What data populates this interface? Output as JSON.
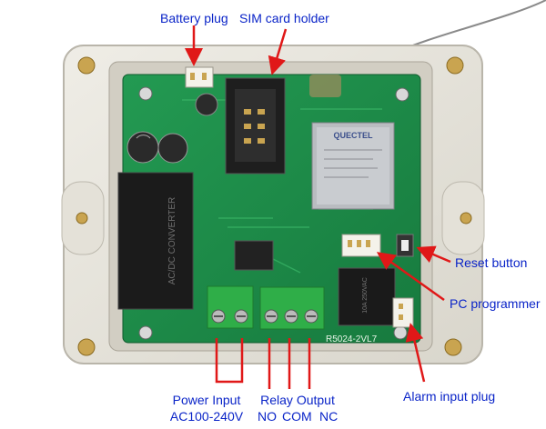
{
  "labels": {
    "battery_plug": "Battery plug",
    "sim_card_holder": "SIM card holder",
    "reset_button": "Reset button",
    "pc_programmer": "PC programmer",
    "alarm_input_plug": "Alarm input plug",
    "power_input": "Power Input",
    "power_range": "AC100-240V",
    "relay_output": "Relay Output",
    "relay_no": "NO",
    "relay_com": "COM",
    "relay_nc": "NC"
  },
  "board": {
    "model_print": "R5024-2VL7",
    "module_brand": "QUECTEL",
    "converter_print": "AC/DC CONVERTER"
  },
  "colors": {
    "label_text": "#0a24c8",
    "arrow": "#e01818",
    "pcb": "#1f8f4c",
    "enclosure": "#e6e4dc",
    "terminal_block": "#2fae48"
  }
}
